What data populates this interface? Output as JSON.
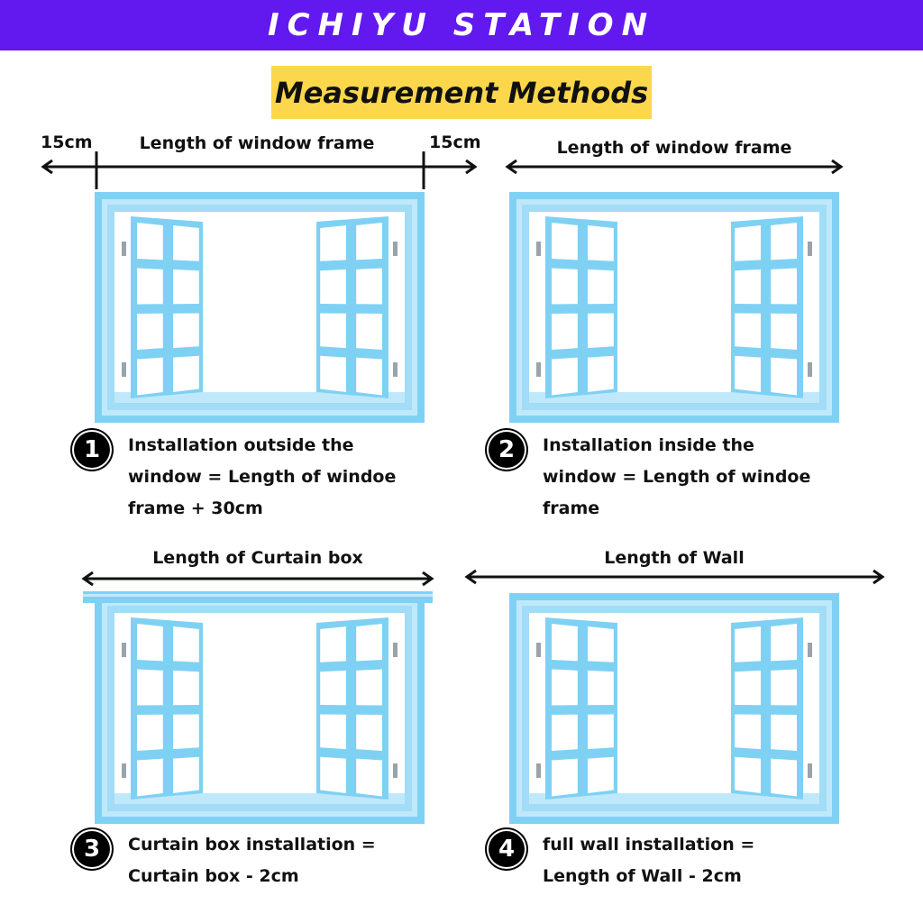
{
  "header": {
    "brand": "ICHIYU STATION",
    "bg_color": "#6119ef"
  },
  "title": {
    "text": "Measurement Methods",
    "bg_color": "#fcd74b"
  },
  "colors": {
    "frame": "#7fd1f4",
    "frame_light": "#bfe9fb",
    "frame_mid": "#a2dcf6",
    "hinge": "#9aa3aa",
    "arrow": "#111111"
  },
  "diagrams": [
    {
      "number": "1",
      "labels": {
        "left_margin": "15cm",
        "center": "Length of window frame",
        "right_margin": "15cm"
      },
      "description": [
        "Installation outside the",
        "window = Length of windoe",
        "frame + 30cm"
      ]
    },
    {
      "number": "2",
      "labels": {
        "center": "Length of window frame"
      },
      "description": [
        "Installation inside the",
        "window = Length of windoe",
        "frame"
      ]
    },
    {
      "number": "3",
      "labels": {
        "center": "Length of Curtain box"
      },
      "description": [
        "Curtain box installation =",
        "Curtain box - 2cm"
      ]
    },
    {
      "number": "4",
      "labels": {
        "center": "Length of Wall"
      },
      "description": [
        "full wall installation =",
        "Length of Wall - 2cm"
      ]
    }
  ]
}
